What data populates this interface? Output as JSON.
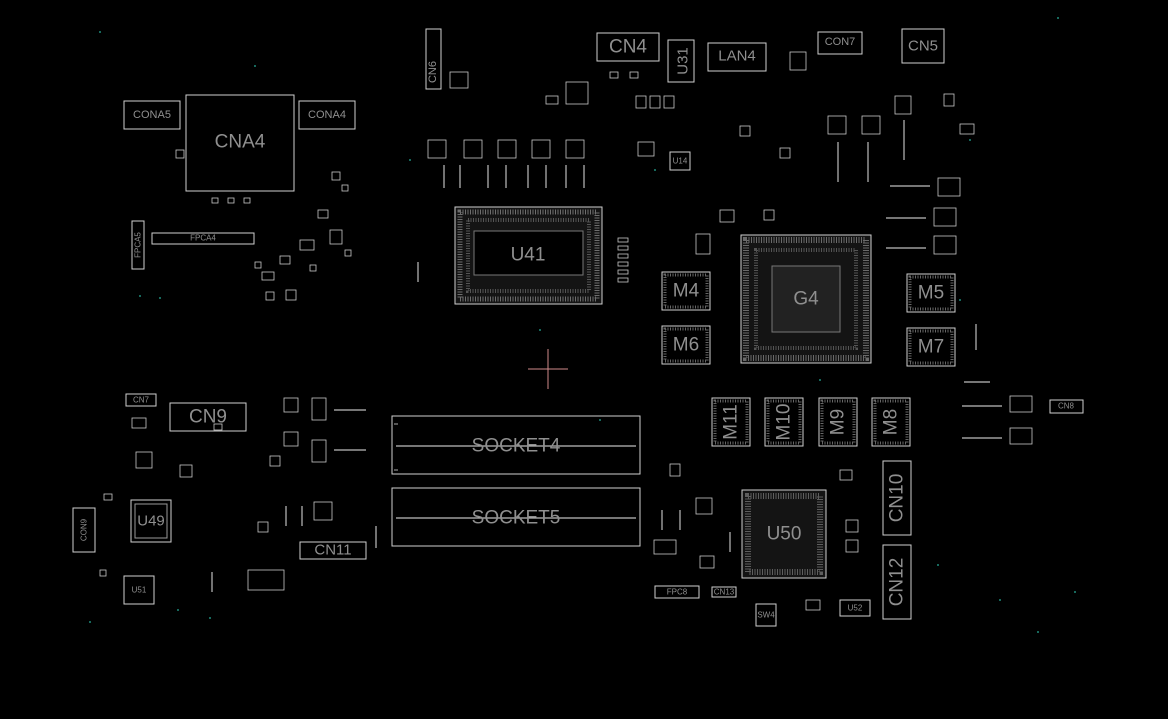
{
  "components": {
    "CNA5": "CONA5",
    "CNA4_small": "CONA4",
    "CNA4": "CNA4",
    "FPCA5": "FPCA5",
    "FPCA4": "FPCA4",
    "CN6": "CN6",
    "CN4": "CN4",
    "U31": "U31",
    "LAN4": "LAN4",
    "CN7_top": "CON7",
    "CN5": "CN5",
    "U14": "U14",
    "U41": "U41",
    "G4": "G4",
    "M4": "M4",
    "M5": "M5",
    "M6": "M6",
    "M7": "M7",
    "M8": "M8",
    "M9": "M9",
    "M10": "M10",
    "M11": "M11",
    "CN7": "CN7",
    "CN9": "CN9",
    "CN8": "CN8",
    "SOCKET4": "SOCKET4",
    "SOCKET5": "SOCKET5",
    "U49": "U49",
    "U51": "U51",
    "CON9": "CON9",
    "CN11": "CN11",
    "U50": "U50",
    "CN10": "CN10",
    "CN12": "CN12",
    "FPC8": "FPC8",
    "CN13": "CN13",
    "U52": "U52",
    "SW4": "SW4"
  },
  "colors": {
    "background": "#000000",
    "outline": "#cfcfcf",
    "label": "#8f8f8f",
    "via": "#1f8a7a",
    "cursor": "#d08a8a"
  }
}
